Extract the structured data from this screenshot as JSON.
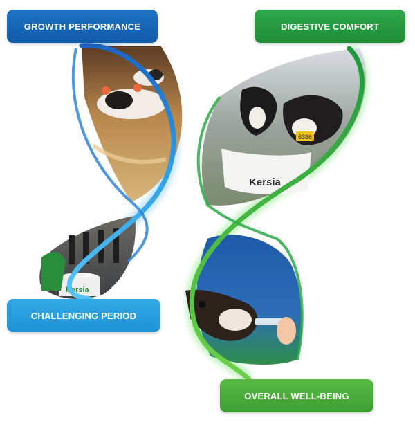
{
  "labels": {
    "growth_performance": "GROWTH PERFORMANCE",
    "digestive_comfort": "DIGESTIVE COMFORT",
    "challenging_period": "CHALLENGING PERIOD",
    "overall_well_being": "OVERALL WELL-BEING"
  },
  "photos": {
    "bucket_brand_upper": "Kersia",
    "bucket_brand_lower": "Kersia",
    "ear_tag": "6386"
  },
  "colors": {
    "blue_dark": "#0f5aa8",
    "blue_light": "#2a9fe0",
    "green_dark": "#1e8b37",
    "green_light": "#59b944"
  }
}
